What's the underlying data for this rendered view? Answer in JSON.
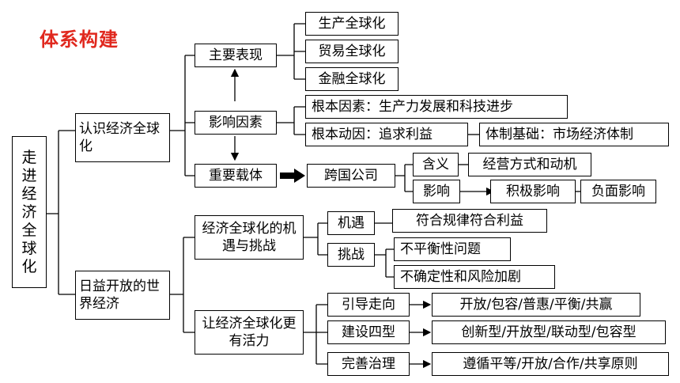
{
  "title": "体系构建",
  "root": "走进经济全球化",
  "branches": [
    {
      "label": "认识经济全球化",
      "children": {
        "main_manifestations": {
          "label": "主要表现",
          "items": [
            "生产全球化",
            "贸易全球化",
            "金融全球化"
          ]
        },
        "influencing_factors": {
          "label": "影响因素",
          "fundamental_factor": "根本因素：生产力发展和科技进步",
          "fundamental_motive": "根本动因：追求利益",
          "institutional_basis": "体制基础：市场经济体制"
        },
        "important_carrier": {
          "label": "重要载体",
          "target": "跨国公司",
          "meaning_label": "含义",
          "meaning_value": "经营方式和动机",
          "impact_label": "影响",
          "impact_positive": "积极影响",
          "impact_negative": "负面影响"
        }
      }
    },
    {
      "label": "日益开放的世界经济",
      "children": {
        "opportunities_challenges": {
          "label": "经济全球化的机遇与挑战",
          "opportunity_label": "机遇",
          "opportunity_value": "符合规律符合利益",
          "challenge_label": "挑战",
          "challenge_values": [
            "不平衡性问题",
            "不确定性和风险加剧"
          ]
        },
        "more_vitality": {
          "label": "让经济全球化更有活力",
          "rows": [
            {
              "label": "引导走向",
              "value": "开放/包容/普惠/平衡/共赢"
            },
            {
              "label": "建设四型",
              "value": "创新型/开放型/联动型/包容型"
            },
            {
              "label": "完善治理",
              "value": "遵循平等/开放/合作/共享原则"
            }
          ]
        }
      }
    }
  ]
}
